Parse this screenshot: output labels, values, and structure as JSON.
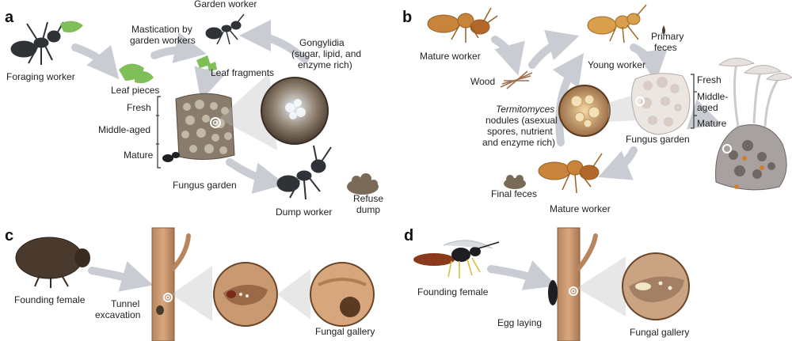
{
  "panels": {
    "a": {
      "letter": "a",
      "labels": {
        "foraging_worker": "Foraging worker",
        "garden_worker": "Garden worker",
        "mastication_line1": "Mastication by",
        "mastication_line2": "garden workers",
        "leaf_pieces": "Leaf pieces",
        "leaf_fragments": "Leaf fragments",
        "gongylidia_line1": "Gongylidia",
        "gongylidia_line2": "(sugar, lipid, and",
        "gongylidia_line3": "enzyme rich)",
        "fresh": "Fresh",
        "middle_aged": "Middle-aged",
        "mature": "Mature",
        "fungus_garden": "Fungus garden",
        "dump_worker": "Dump worker",
        "refuse_line1": "Refuse",
        "refuse_line2": "dump"
      }
    },
    "b": {
      "letter": "b",
      "labels": {
        "mature_worker_top": "Mature worker",
        "young_worker": "Young worker",
        "primary_line1": "Primary",
        "primary_line2": "feces",
        "wood": "Wood",
        "termitomyces": "Termitomyces",
        "nodules_line1": "nodules (asexual",
        "nodules_line2": "spores, nutrient",
        "nodules_line3": "and enzyme rich)",
        "fresh": "Fresh",
        "middle_line1": "Middle-",
        "middle_line2": "aged",
        "mature": "Mature",
        "fungus_garden": "Fungus garden",
        "final_feces": "Final feces",
        "mature_worker_bottom": "Mature worker"
      }
    },
    "c": {
      "letter": "c",
      "labels": {
        "founding_female": "Founding female",
        "tunnel_line1": "Tunnel",
        "tunnel_line2": "excavation",
        "fungal_gallery": "Fungal gallery"
      }
    },
    "d": {
      "letter": "d",
      "labels": {
        "founding_female": "Founding female",
        "egg_laying": "Egg laying",
        "fungal_gallery": "Fungal gallery"
      }
    }
  },
  "colors": {
    "arrow": "#c9cdd3",
    "ant_dark": "#2f3236",
    "termite": "#c8843a",
    "leaf": "#7fbf5a",
    "fungus_brown": "#7a6a58",
    "wood": "#c99a72",
    "beetle": "#4a3a2e"
  }
}
